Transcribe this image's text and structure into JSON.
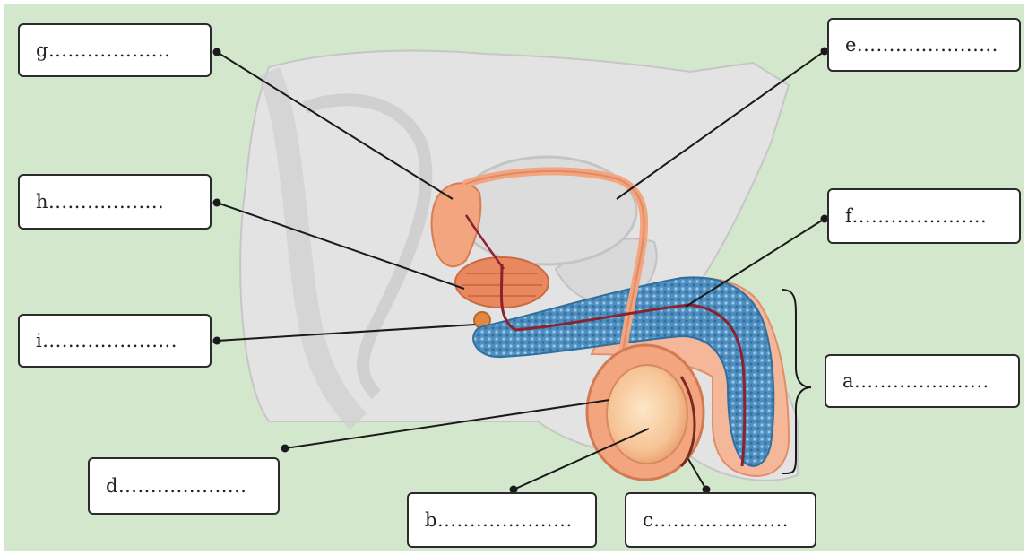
{
  "labels": {
    "a": "a.....................",
    "b": "b.....................",
    "c": "c.....................",
    "d": "d....................",
    "e": "e......................",
    "f": "f.....................",
    "g": "g...................",
    "h": "h..................",
    "i": "i....................."
  },
  "colors": {
    "background": "#d3e7cc",
    "body_section": "#e3e3e3",
    "organ_tissue": "#f2a57e",
    "erectile_tissue": "#4f8fc0",
    "vessel": "#8a2230",
    "leader_line": "#1a1a1a"
  }
}
